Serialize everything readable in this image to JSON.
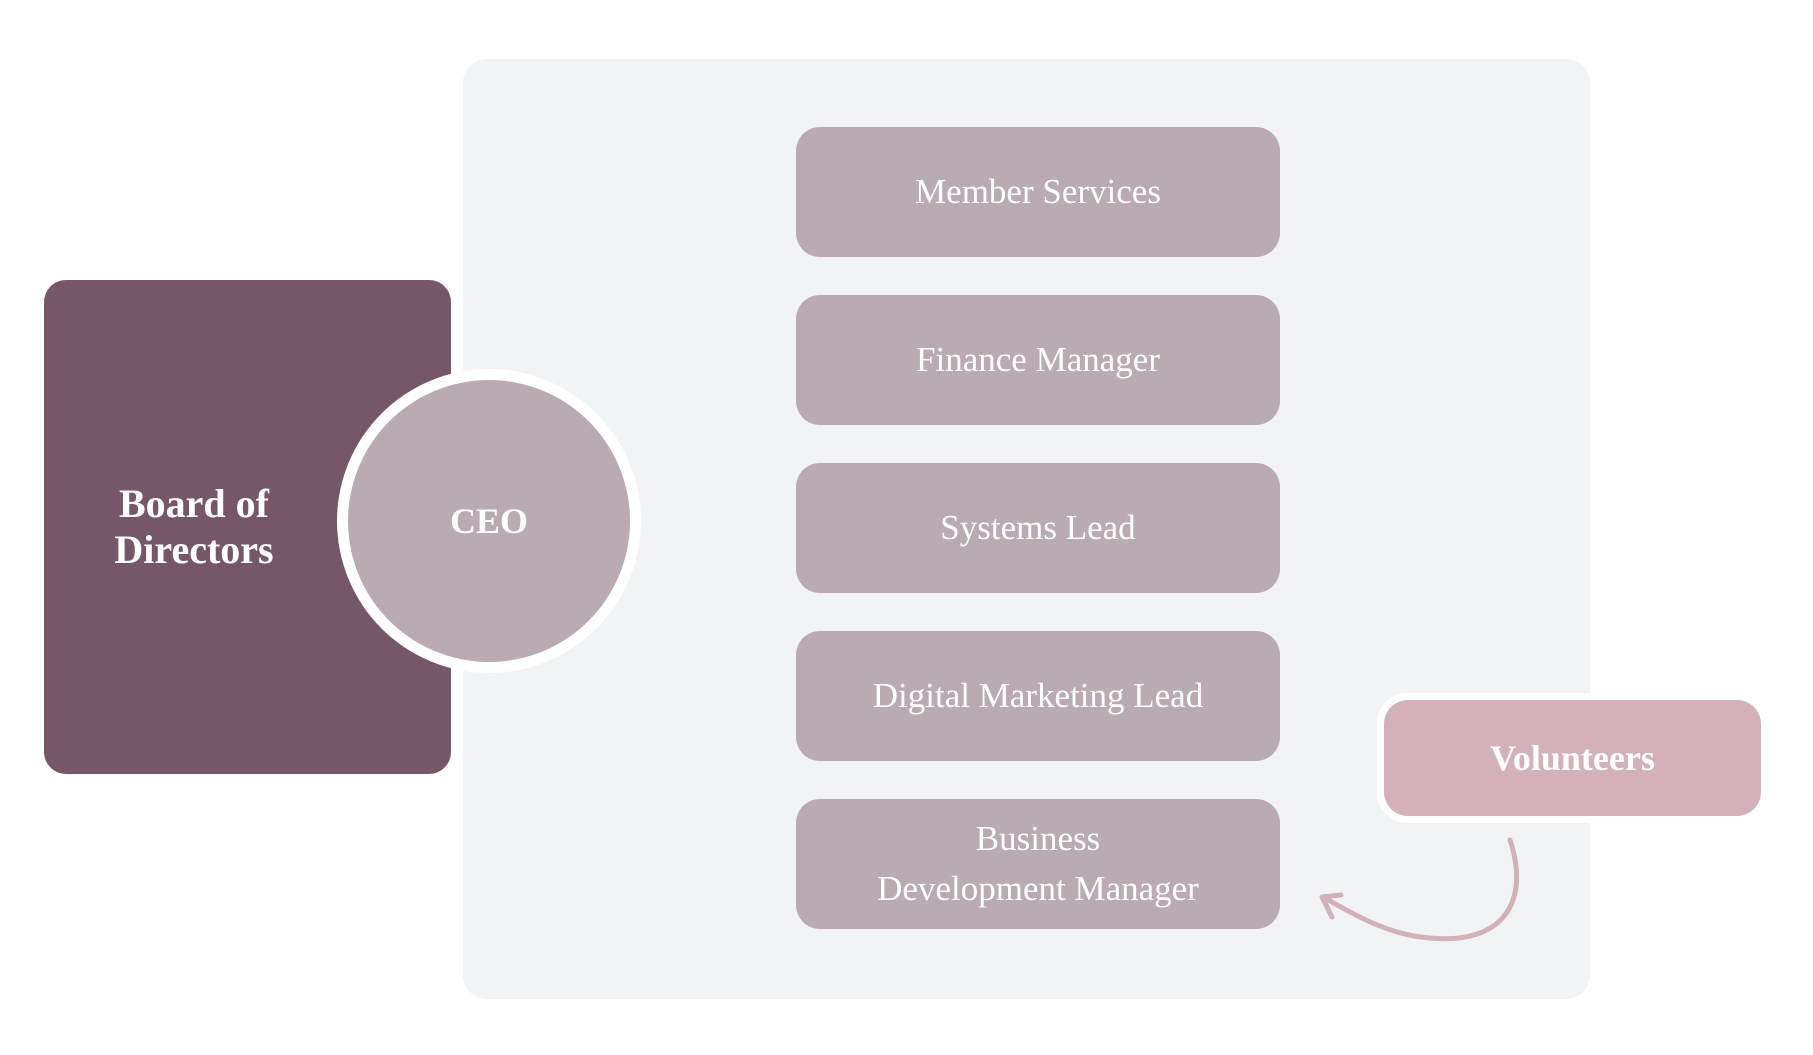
{
  "board": {
    "label_line1": "Board of",
    "label_line2": "Directors",
    "color": "#765767"
  },
  "ceo": {
    "label": "CEO",
    "color": "#baaab2"
  },
  "roles": [
    {
      "label": "Member Services"
    },
    {
      "label": "Finance Manager"
    },
    {
      "label": "Systems Lead"
    },
    {
      "label": "Digital Marketing Lead"
    },
    {
      "label_line1": "Business",
      "label_line2": "Development Manager"
    }
  ],
  "volunteers": {
    "label": "Volunteers",
    "color": "#d2b2b8",
    "supports": "Business Development Manager"
  },
  "colors": {
    "panel": "#f2f3f5",
    "role": "#baaab2",
    "arrow": "#d2b2b8"
  }
}
